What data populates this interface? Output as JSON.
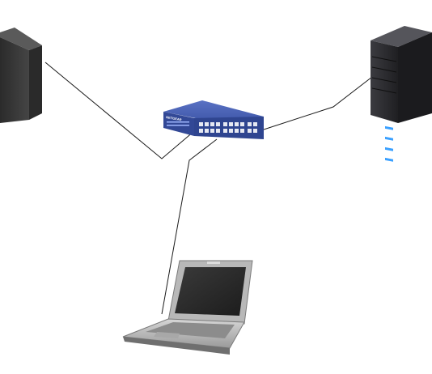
{
  "diagram": {
    "nodes": [
      {
        "id": "server-left",
        "kind": "tower-server",
        "color": "#3a3a3a"
      },
      {
        "id": "server-right",
        "kind": "tower-server",
        "color": "#2f2f33",
        "led_color": "#3aa0ff"
      },
      {
        "id": "switch",
        "kind": "network-switch",
        "color": "#3d55a8",
        "brand": "NETGEAR"
      },
      {
        "id": "laptop",
        "kind": "laptop",
        "color": "#b8b8b8"
      }
    ],
    "links": [
      {
        "from": "server-left",
        "to": "switch"
      },
      {
        "from": "server-right",
        "to": "switch"
      },
      {
        "from": "laptop",
        "to": "switch"
      }
    ],
    "line_color": "#1a1a1a"
  }
}
